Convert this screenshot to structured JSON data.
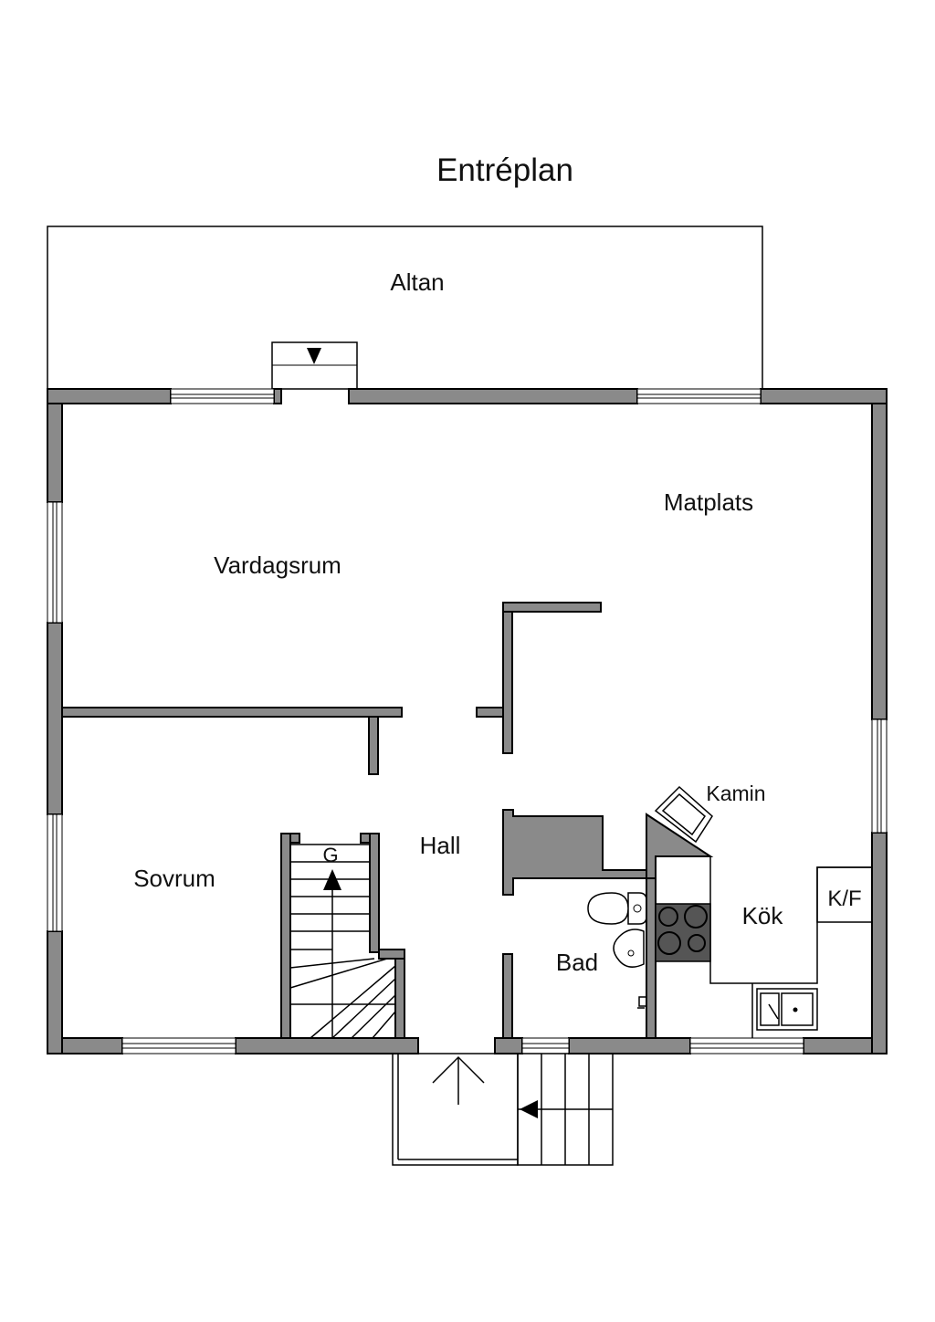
{
  "title": "Entréplan",
  "rooms": {
    "altan": "Altan",
    "matplats": "Matplats",
    "vardagsrum": "Vardagsrum",
    "kamin": "Kamin",
    "hall": "Hall",
    "sovrum": "Sovrum",
    "kok": "Kök",
    "bad": "Bad"
  },
  "fixtures": {
    "stair_label": "G",
    "fridge_freezer": "K/F"
  },
  "colors": {
    "wall_fill": "#8a8a8a",
    "line": "#000000",
    "background": "#ffffff"
  }
}
